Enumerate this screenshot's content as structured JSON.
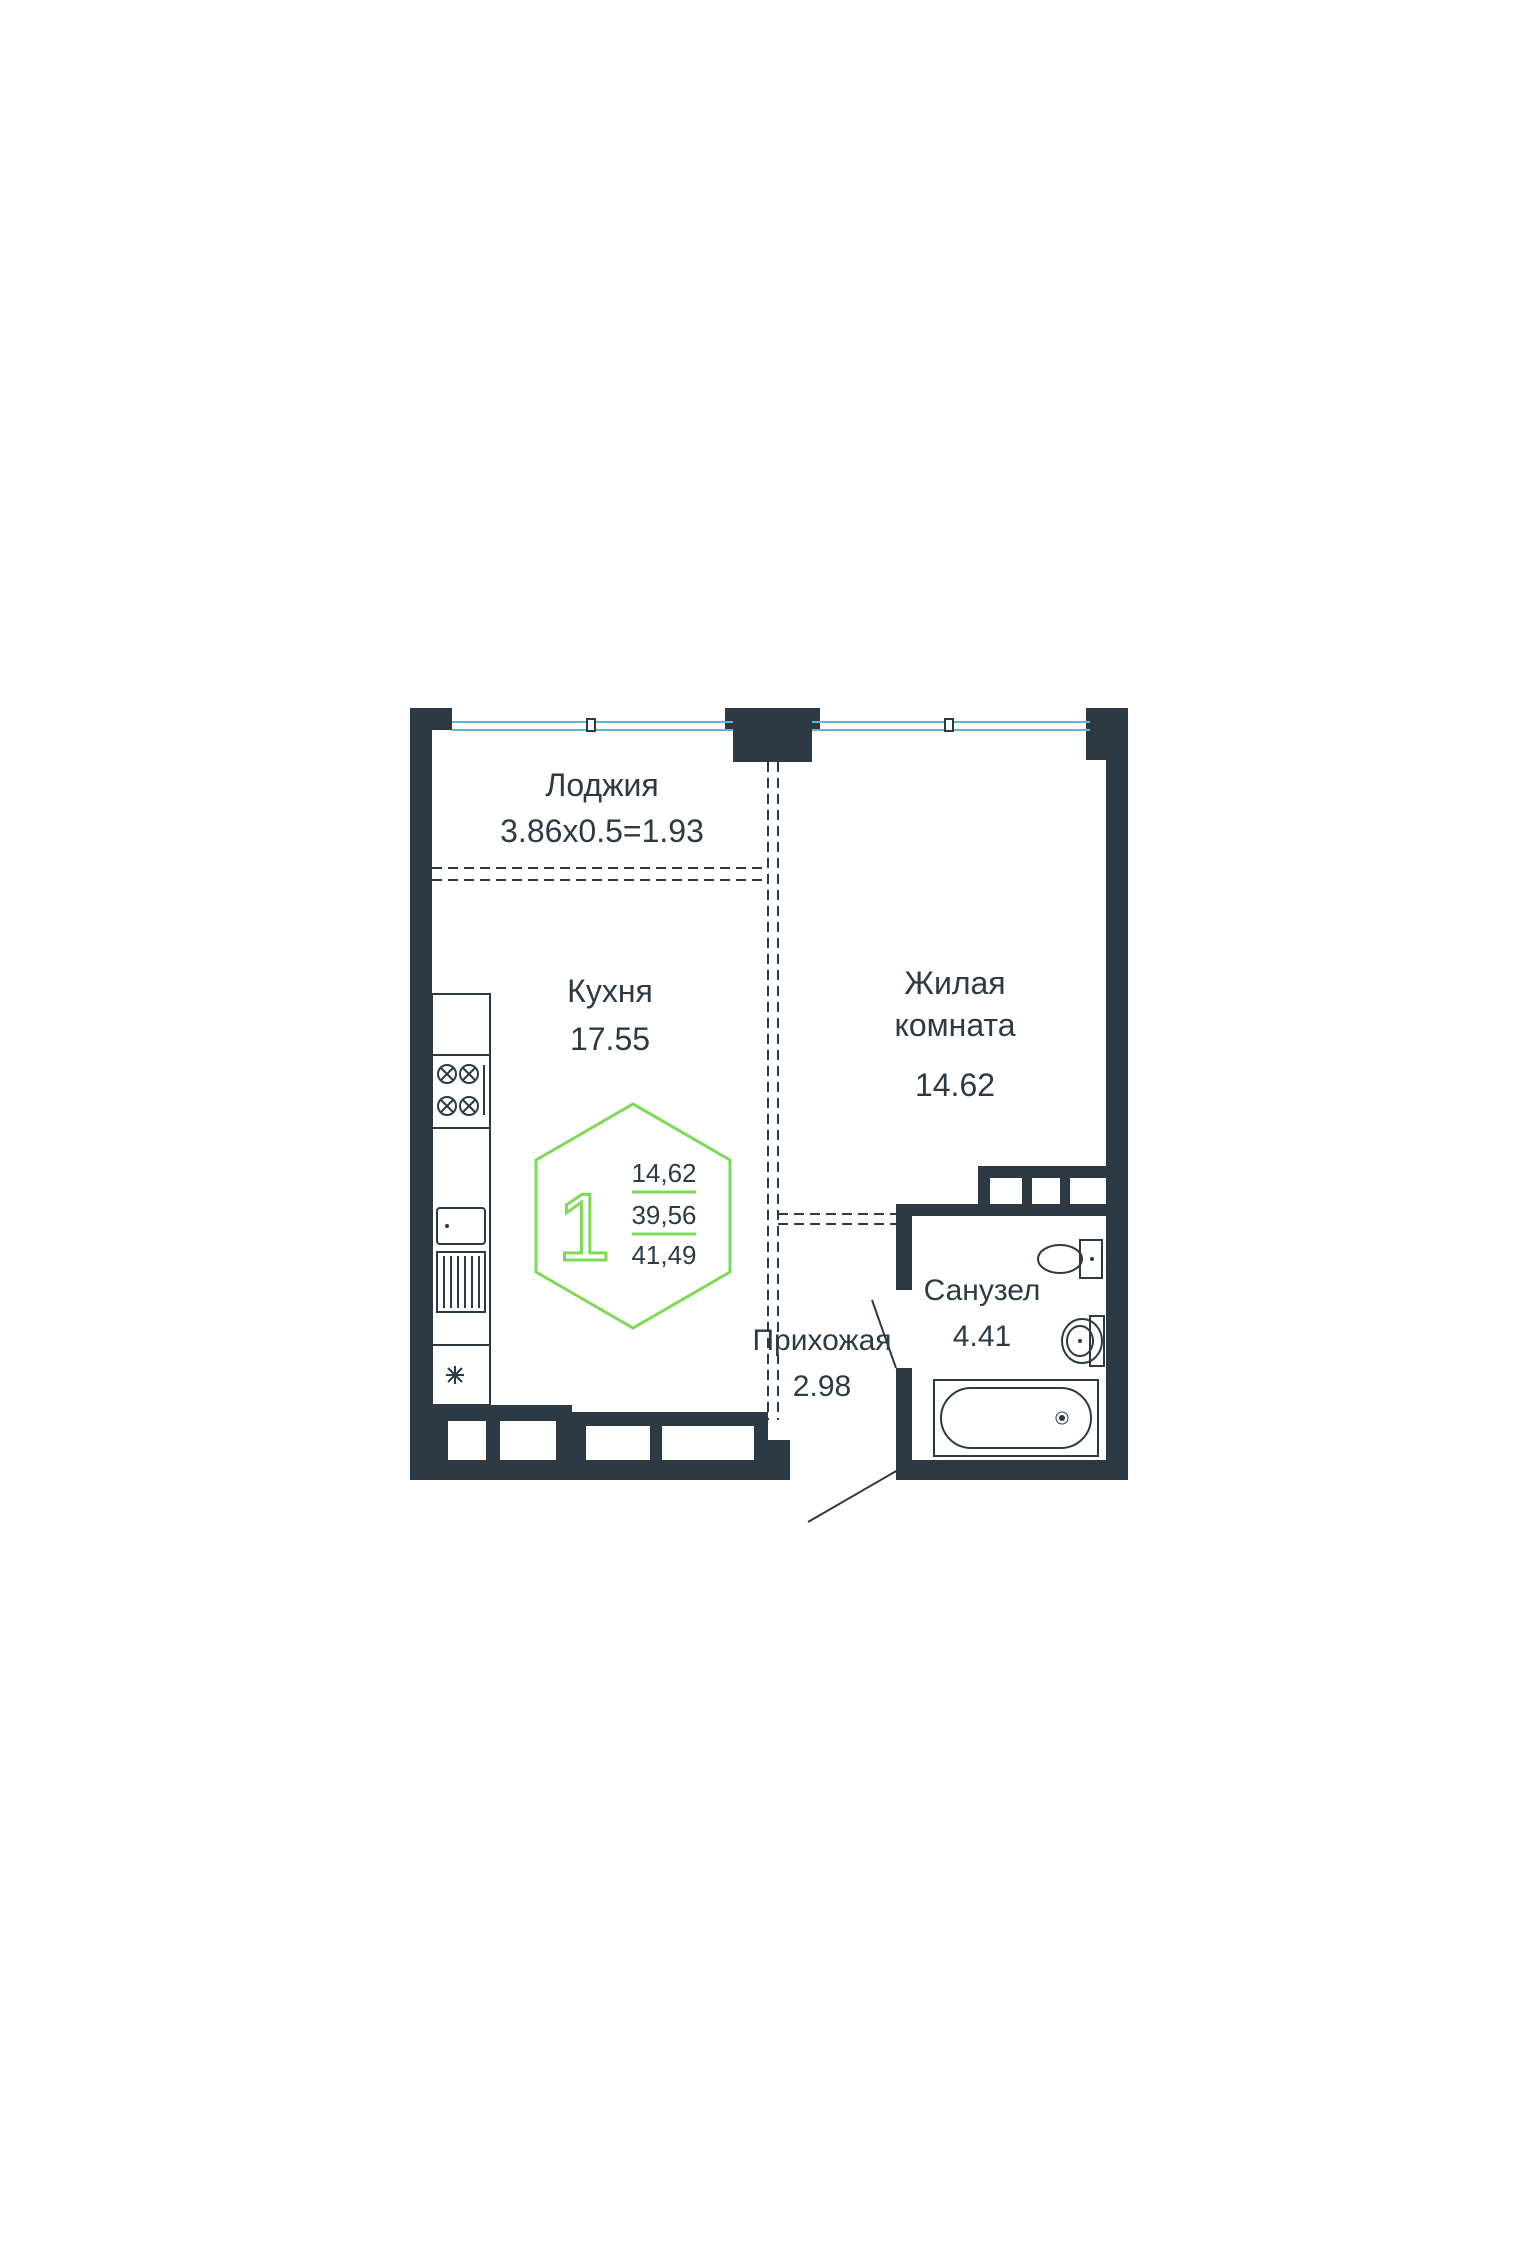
{
  "rooms": {
    "loggia": {
      "name": "Лоджия",
      "area": "3.86x0.5=1.93"
    },
    "kitchen": {
      "name": "Кухня",
      "area": "17.55"
    },
    "living": {
      "name_line1": "Жилая",
      "name_line2": "комната",
      "area": "14.62"
    },
    "bathroom": {
      "name": "Санузел",
      "area": "4.41"
    },
    "hallway": {
      "name": "Прихожая",
      "area": "2.98"
    }
  },
  "badge": {
    "rooms_count": "1",
    "living_area": "14,62",
    "total_area": "39,56",
    "total_with_loggia": "41,49"
  },
  "colors": {
    "wall": "#2d3a44",
    "accent": "#7ed957",
    "glass": "#5bb7d6"
  }
}
